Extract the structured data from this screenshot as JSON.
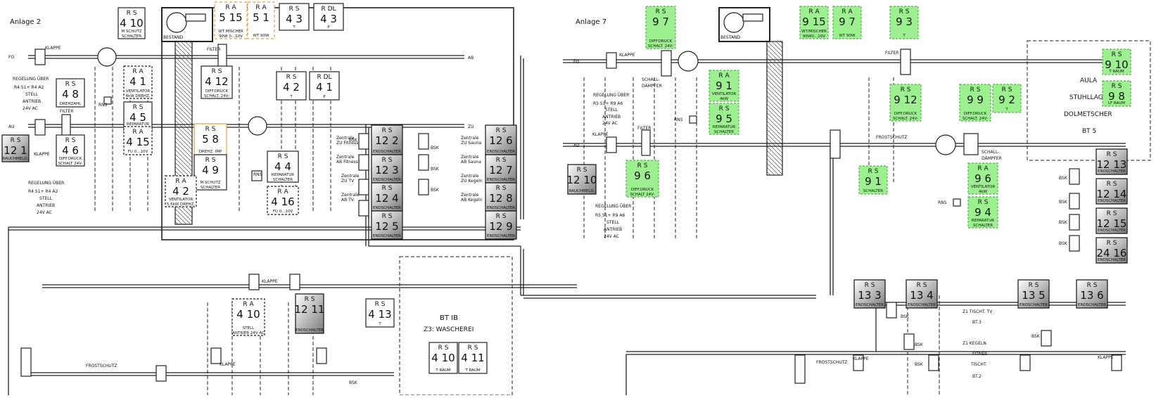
{
  "colors": {
    "line": "#222222",
    "green_fill": "#9cf08f",
    "green_border": "#5ab050",
    "orange_border": "#e0a040",
    "cyan_text": "#21a0c8",
    "gray_fill": "#aaaaaa",
    "dark_fill": "#555555"
  },
  "sections": {
    "anlage2": "Anlage 2",
    "anlage7": "Anlage 7",
    "bt1b_1": "BT IB",
    "bt1b_2": "Z3: WASCHEREI",
    "aula_1": "AULA",
    "aula_2": "STUHLLAGER",
    "aula_3": "DOLMETSCHER",
    "aula_4": "BT 5",
    "tisch_tv_1": "Z1 TISCHT. TV",
    "tisch_tv_2": "BT.3",
    "kegeln_1": "Z1 KEGELN",
    "kegeln_2": "FITNEß",
    "kegeln_3": "TISCHT.",
    "kegeln_4": "BT.2"
  },
  "labels": {
    "fo": "FO",
    "ab": "AB",
    "zu": "ZU",
    "au": "AU",
    "klappe": "KLAPPE",
    "filter": "FILTER",
    "rns": "RNS",
    "bsk": "BSK",
    "bestand": "BESTAND",
    "frostschutz": "FROSTSCHUTZ",
    "schall_1": "SCHALL-",
    "schall_2": "DÄMPFER",
    "regelung_1": "REGELUNG ÜBER",
    "regelung_2": "R4 S1+ R4 A2",
    "regelung_3": "STELL",
    "regelung_4": "ANTRIEB",
    "regelung_5": "24V AC",
    "regelung7_2": "R5 S1+ R9 A6",
    "z_zu_fitness_1": "Zentrale",
    "z_zu_fitness_2": "ZU Fitness",
    "z_ab_fitness_2": "AB Fitness",
    "z_zu_tv_2": "ZU TV",
    "z_ab_tv_2": "AB TV",
    "z_zu_sauna_2": "ZU Sauna",
    "z_ab_sauna_2": "AB Sauna",
    "z_zu_kegeln_2": "ZU Kegeln",
    "z_ab_kegeln_2": "AB Kegeln"
  },
  "boxes": {
    "b410a": {
      "h": "R S",
      "v": "4 10",
      "c1": "M SCHUTZ",
      "c2": "SCHALTER"
    },
    "b515": {
      "h": "R A",
      "v": "5 15",
      "c1": "WT MISCHER",
      "c2": "90W 0...10V"
    },
    "b51": {
      "h": "R A",
      "v": "5 1",
      "c1": "WT 90W",
      "c2": ""
    },
    "b43a": {
      "h": "R S",
      "v": "4 3",
      "c1": "T",
      "c2": ""
    },
    "b43b": {
      "h": "R DL",
      "v": "4 3",
      "c1": "P",
      "c2": ""
    },
    "b48": {
      "h": "R S",
      "v": "4 8",
      "c1": "DREHZAHL",
      "c2": ""
    },
    "b41a": {
      "h": "R A",
      "v": "4 1",
      "c1": "VENTILATOR",
      "c2": "4kW DREHZ."
    },
    "b412": {
      "h": "R S",
      "v": "4 12",
      "c1": "DIFF.DRUCK",
      "c2": "SCHALT. 24V-"
    },
    "b42a": {
      "h": "R S",
      "v": "4 2",
      "c1": "T",
      "c2": ""
    },
    "b41b": {
      "h": "R DL",
      "v": "4 1",
      "c1": "P",
      "c2": ""
    },
    "b45": {
      "h": "R S",
      "v": "4 5",
      "c1": "REPARATUR",
      "c2": "SCHALTER"
    },
    "b415": {
      "h": "R A",
      "v": "4 15",
      "c1": "FU 0...10V",
      "c2": ""
    },
    "b46": {
      "h": "R S",
      "v": "4 6",
      "c1": "DIFF.DRUCK",
      "c2": "SCHALT 24V-"
    },
    "b121": {
      "h": "R S",
      "v": "12 1",
      "c1": "RAUCHMELD.",
      "c2": ""
    },
    "b58": {
      "h": "R S",
      "v": "5 8",
      "c1": "DREHZ. IMP",
      "c2": ""
    },
    "b49": {
      "h": "R S",
      "v": "4 9",
      "c1": "M SCHUTZ",
      "c2": "SCHALTER"
    },
    "b42b": {
      "h": "R A",
      "v": "4 2",
      "c1": "VENTILATOR",
      "c2": "5,5kW DREHZ."
    },
    "b44": {
      "h": "R S",
      "v": "4 4",
      "c1": "REPARATUR",
      "c2": "SCHALTER"
    },
    "b416": {
      "h": "R A",
      "v": "4 16",
      "c1": "FU 0...10V",
      "c2": ""
    },
    "b122": {
      "h": "R S",
      "v": "12 2",
      "c1": "ENDSCHALTER",
      "c2": ""
    },
    "b123": {
      "h": "R S",
      "v": "12 3",
      "c1": "ENDSCHALTER",
      "c2": ""
    },
    "b124": {
      "h": "R S",
      "v": "12 4",
      "c1": "ENDSCHALTER",
      "c2": ""
    },
    "b125": {
      "h": "R S",
      "v": "12 5",
      "c1": "ENDSCHALTER",
      "c2": ""
    },
    "b126": {
      "h": "R S",
      "v": "12 6",
      "c1": "ENDSCHALTER",
      "c2": ""
    },
    "b127": {
      "h": "R S",
      "v": "12 7",
      "c1": "ENDSCHALTER",
      "c2": ""
    },
    "b128": {
      "h": "R S",
      "v": "12 8",
      "c1": "ENDSCHALTER",
      "c2": ""
    },
    "b129": {
      "h": "R S",
      "v": "12 9",
      "c1": "ENDSCHALTER",
      "c2": ""
    },
    "b410b": {
      "h": "R A",
      "v": "4 10",
      "c1": "STELL",
      "c2": "ANTRIEB 24V AC"
    },
    "b1211": {
      "h": "R S",
      "v": "12 11",
      "c1": "ENDSCHALTER",
      "c2": ""
    },
    "b413": {
      "h": "R S",
      "v": "4 13",
      "c1": "T",
      "c2": ""
    },
    "b410c": {
      "h": "R S",
      "v": "4 10",
      "c1": "T RAUM",
      "c2": ""
    },
    "b411": {
      "h": "R S",
      "v": "4 11",
      "c1": "T RAUM",
      "c2": ""
    },
    "g97a": {
      "h": "R S",
      "v": "9 7",
      "c1": "DIFF.DRUCK",
      "c2": "SCHALT. 24V-"
    },
    "g915": {
      "h": "R A",
      "v": "9 15",
      "c1": "WT/MISCHER",
      "c2": "90W0...10V"
    },
    "g97b": {
      "h": "R A",
      "v": "9 7",
      "c1": "WT 90W",
      "c2": ""
    },
    "g93": {
      "h": "R S",
      "v": "9 3",
      "c1": "T",
      "c2": ""
    },
    "g910": {
      "h": "R S",
      "v": "9 10",
      "c1": "T RAUM",
      "c2": ""
    },
    "g98": {
      "h": "R S",
      "v": "9 8",
      "c1": "LF RAUM",
      "c2": ""
    },
    "g91a": {
      "h": "R A",
      "v": "9 1",
      "c1": "VENTILATOR",
      "c2": "4kW"
    },
    "g95": {
      "h": "R S",
      "v": "9 5",
      "c1": "REPARATUR",
      "c2": "SCHALTER"
    },
    "g912": {
      "h": "R S",
      "v": "9 12",
      "c1": "DIFF.DRUCK",
      "c2": "SCHALT. 24V-"
    },
    "g99": {
      "h": "R S",
      "v": "9 9",
      "c1": "DIFF.DRUCK",
      "c2": "SCHALT. 24V-"
    },
    "g92": {
      "h": "R S",
      "v": "9 2",
      "c1": "T",
      "c2": ""
    },
    "g96a": {
      "h": "R S",
      "v": "9 6",
      "c1": "DIFF.DRUCK",
      "c2": "SCHALT 24V-"
    },
    "g91b": {
      "h": "R S",
      "v": "9 1",
      "c1": "SCHALTER",
      "c2": ""
    },
    "g96b": {
      "h": "R A",
      "v": "9 6",
      "c1": "VENTILATOR",
      "c2": "4kW"
    },
    "g94": {
      "h": "R S",
      "v": "9 4",
      "c1": "REPARATUR",
      "c2": "SCHALTER"
    },
    "b1210": {
      "h": "R S",
      "v": "12 10",
      "c1": "RAUCHMELD.",
      "c2": ""
    },
    "b1213": {
      "h": "R S",
      "v": "12 13",
      "c1": "ENDSCHALTER",
      "c2": ""
    },
    "b1214": {
      "h": "R S",
      "v": "12 14",
      "c1": "ENDSCHALTER",
      "c2": ""
    },
    "b1215": {
      "h": "R S",
      "v": "12 15",
      "c1": "ENDSCHALTER",
      "c2": ""
    },
    "b2416": {
      "h": "R S",
      "v": "24 16",
      "c1": "ENDSCHALTER",
      "c2": ""
    },
    "b133": {
      "h": "R S",
      "v": "13 3",
      "c1": "ENDSCHALTER",
      "c2": ""
    },
    "b134": {
      "h": "R S",
      "v": "13 4",
      "c1": "ENDSCHALTER",
      "c2": ""
    },
    "b135": {
      "h": "R S",
      "v": "13 5",
      "c1": "ENDSCHALTER",
      "c2": ""
    },
    "b136": {
      "h": "R S",
      "v": "13 6",
      "c1": "ENDSCHALTER",
      "c2": ""
    }
  }
}
